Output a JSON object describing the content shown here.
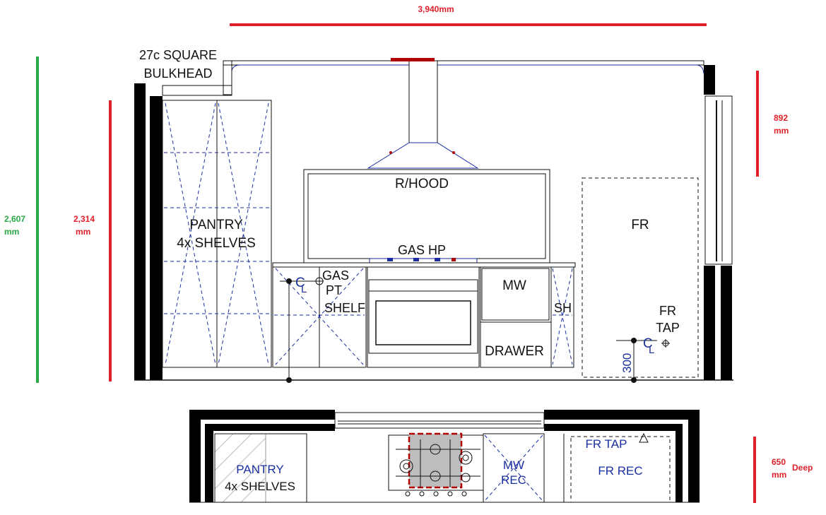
{
  "colors": {
    "dim_red": "#e0202a",
    "dim_green": "#2aa845",
    "plan_blue": "#1a2fa0",
    "hob_red": "#b00000",
    "line": "#111111"
  },
  "dimensions": {
    "width_total": "3,940mm",
    "height_green": "2,607",
    "height_red": "2,314",
    "unit": "mm",
    "right_top": "892",
    "depth": "650",
    "depth_label": "Deep"
  },
  "elevation": {
    "bulkhead_line1": "27c SQUARE",
    "bulkhead_line2": "BULKHEAD",
    "pantry_line1": "PANTRY",
    "pantry_line2": "4x SHELVES",
    "rangehood": "R/HOOD",
    "gas_hp": "GAS HP",
    "gas_pt_line1": "GAS",
    "gas_pt_line2": "PT",
    "gas_pt_line3": "SHELF",
    "cl_c": "C",
    "cl_l": "L",
    "microwave": "MW",
    "shelf_short": "SH",
    "drawer": "DRAWER",
    "fridge": "FR",
    "fr_tap_line1": "FR",
    "fr_tap_line2": "TAP",
    "height_300": "300"
  },
  "plan": {
    "pantry_line1": "PANTRY",
    "pantry_line2": "4x SHELVES",
    "mw_rec_line1": "MW",
    "mw_rec_line2": "REC",
    "fr_tap": "FR TAP",
    "fr_rec": "FR REC"
  }
}
